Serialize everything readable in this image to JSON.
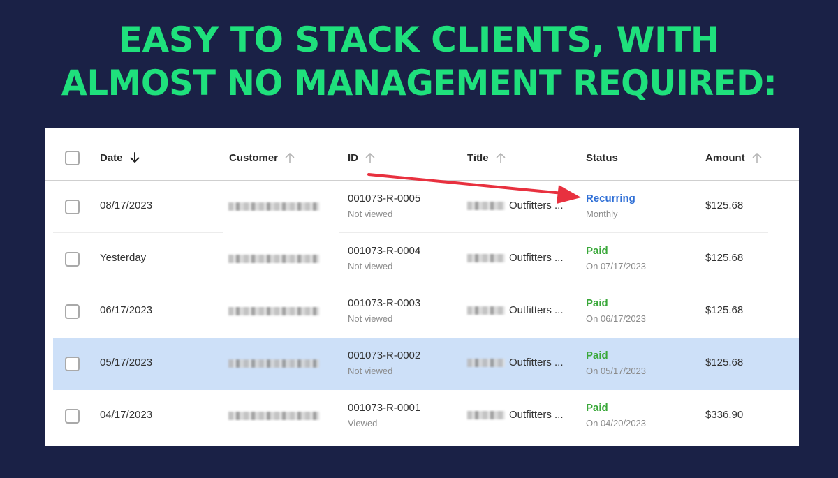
{
  "headline": {
    "line1": "EASY TO STACK CLIENTS, WITH",
    "line2": "ALMOST NO MANAGEMENT REQUIRED:"
  },
  "colors": {
    "background": "#1a2146",
    "headline": "#1fe07c",
    "recurring": "#2f6fd6",
    "paid": "#3aa83a",
    "selected_row": "#cde0f8",
    "annotation_arrow": "#e8313f"
  },
  "table": {
    "columns": [
      {
        "label": "Date",
        "sort": "descending-active"
      },
      {
        "label": "Customer",
        "sort": "ascending-inactive"
      },
      {
        "label": "ID",
        "sort": "ascending-inactive"
      },
      {
        "label": "Title",
        "sort": "ascending-inactive"
      },
      {
        "label": "Status",
        "sort": "none"
      },
      {
        "label": "Amount",
        "sort": "ascending-inactive"
      }
    ],
    "rows": [
      {
        "date": "08/17/2023",
        "customer": "[blurred]",
        "id": "001073-R-0005",
        "view_status": "Not viewed",
        "title": "Outfitters ...",
        "status": "Recurring",
        "status_type": "recurring",
        "status_detail": "Monthly",
        "amount": "$125.68",
        "selected": false
      },
      {
        "date": "Yesterday",
        "customer": "[blurred]",
        "id": "001073-R-0004",
        "view_status": "Not viewed",
        "title": "Outfitters ...",
        "status": "Paid",
        "status_type": "paid",
        "status_detail": "On 07/17/2023",
        "amount": "$125.68",
        "selected": false
      },
      {
        "date": "06/17/2023",
        "customer": "[blurred]",
        "id": "001073-R-0003",
        "view_status": "Not viewed",
        "title": "Outfitters ...",
        "status": "Paid",
        "status_type": "paid",
        "status_detail": "On 06/17/2023",
        "amount": "$125.68",
        "selected": false
      },
      {
        "date": "05/17/2023",
        "customer": "[blurred]",
        "id": "001073-R-0002",
        "view_status": "Not viewed",
        "title": "Outfitters ...",
        "status": "Paid",
        "status_type": "paid",
        "status_detail": "On 05/17/2023",
        "amount": "$125.68",
        "selected": true
      },
      {
        "date": "04/17/2023",
        "customer": "[blurred]",
        "id": "001073-R-0001",
        "view_status": "Viewed",
        "title": "Outfitters ...",
        "status": "Paid",
        "status_type": "paid",
        "status_detail": "On 04/20/2023",
        "amount": "$336.90",
        "selected": false
      }
    ]
  },
  "icons": {
    "sort_desc": "arrow-down-icon",
    "sort_asc": "arrow-up-icon",
    "annotation": "red-arrow-icon"
  }
}
